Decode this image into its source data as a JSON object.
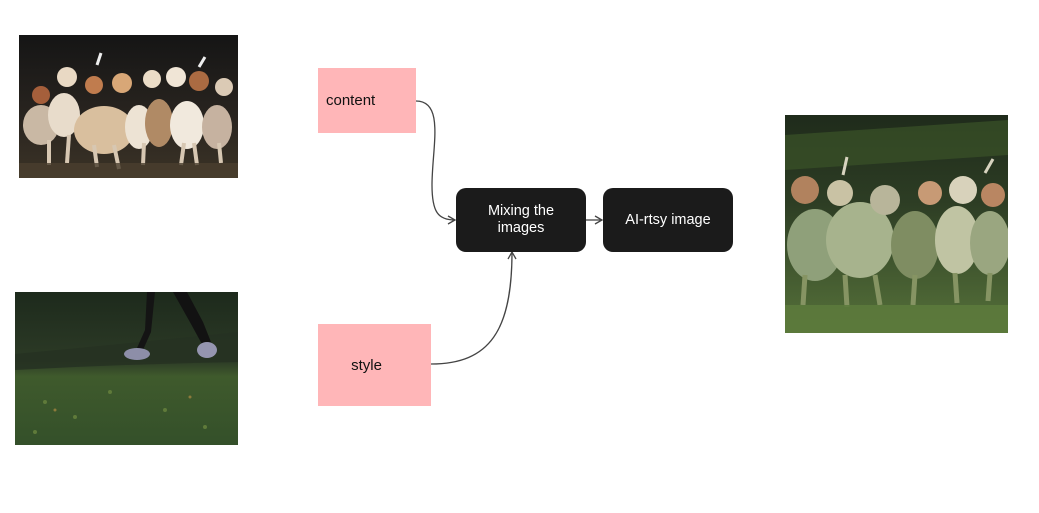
{
  "diagram": {
    "nodes": {
      "content": "content",
      "style": "style",
      "mix": "Mixing the images",
      "output": "AI-rtsy image"
    },
    "edges": [
      {
        "from": "content",
        "to": "mix"
      },
      {
        "from": "style",
        "to": "mix"
      },
      {
        "from": "mix",
        "to": "output"
      }
    ]
  },
  "images": {
    "content_photo": "pack of hounds",
    "style_photo": "feet running on grass",
    "result_photo": "stylized hounds on grass"
  },
  "colors": {
    "input_box": "#ffb6b8",
    "process_box": "#1b1b1b",
    "arrow": "#444444"
  }
}
